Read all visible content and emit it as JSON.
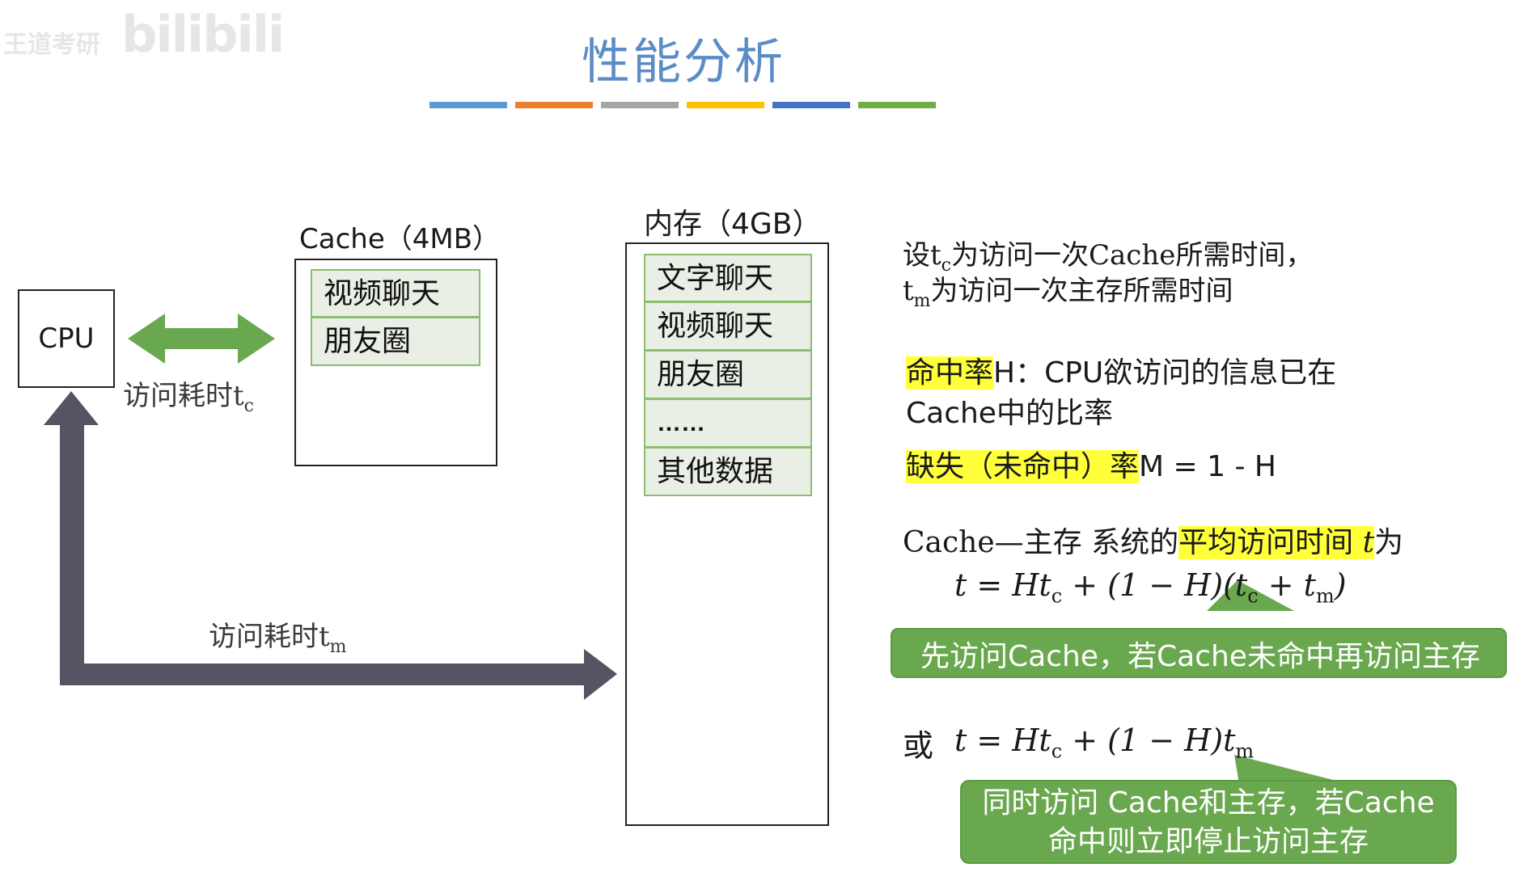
{
  "watermark": {
    "small": "王道考研",
    "logo": "bilibili"
  },
  "title": "性能分析",
  "title_bar_colors": [
    "#5b9bd5",
    "#ed7d31",
    "#a5a5a5",
    "#ffc000",
    "#4472c4",
    "#70ad47"
  ],
  "cpu": {
    "label": "CPU"
  },
  "cache": {
    "title": "Cache（4MB）",
    "items": [
      "视频聊天",
      "朋友圈"
    ]
  },
  "memory": {
    "title": "内存（4GB）",
    "items": [
      "文字聊天",
      "视频聊天",
      "朋友圈",
      "……",
      "其他数据"
    ]
  },
  "arrows": {
    "cpu_cache_label": "访问耗时t",
    "cpu_cache_label_sub": "c",
    "cpu_memory_label": "访问耗时t",
    "cpu_memory_label_sub": "m"
  },
  "definitions": {
    "line1_pre": "设t",
    "line1_sub": "c",
    "line1_post": "为访问一次Cache所需时间，",
    "line2_pre": "t",
    "line2_sub": "m",
    "line2_post": "为访问一次主存所需时间"
  },
  "hit_rate": {
    "term": "命中率",
    "rest": "H：CPU欲访问的信息已在",
    "line2": "Cache中的比率"
  },
  "miss_rate": {
    "term": "缺失（未命中）率",
    "rest": "M = 1 - H"
  },
  "average_time": {
    "prefix": "Cache—主存 系统的",
    "term": "平均访问时间",
    "var": "t",
    "suffix": "为"
  },
  "formula1": {
    "a": "t = Ht",
    "a_sub": "c",
    "b": " + (1 − H)(t",
    "b_sub": "c",
    "c": " + t",
    "c_sub": "m",
    "d": ")"
  },
  "callout1": "先访问Cache，若Cache未命中再访问主存",
  "formula2": {
    "or": "或",
    "a": "t = Ht",
    "a_sub": "c",
    "b": " + (1 − H)t",
    "b_sub": "m"
  },
  "callout2": {
    "line1": "同时访问 Cache和主存，若Cache",
    "line2": "命中则立即停止访问主存"
  },
  "colors": {
    "title": "#5b8cc7",
    "arrow_green": "#6aa84f",
    "arrow_gray": "#545463",
    "cell_border": "#8cbd6f",
    "cell_fill": "#e9efe5",
    "highlight": "#ffff3a",
    "callout_fill": "#6aa84f"
  }
}
